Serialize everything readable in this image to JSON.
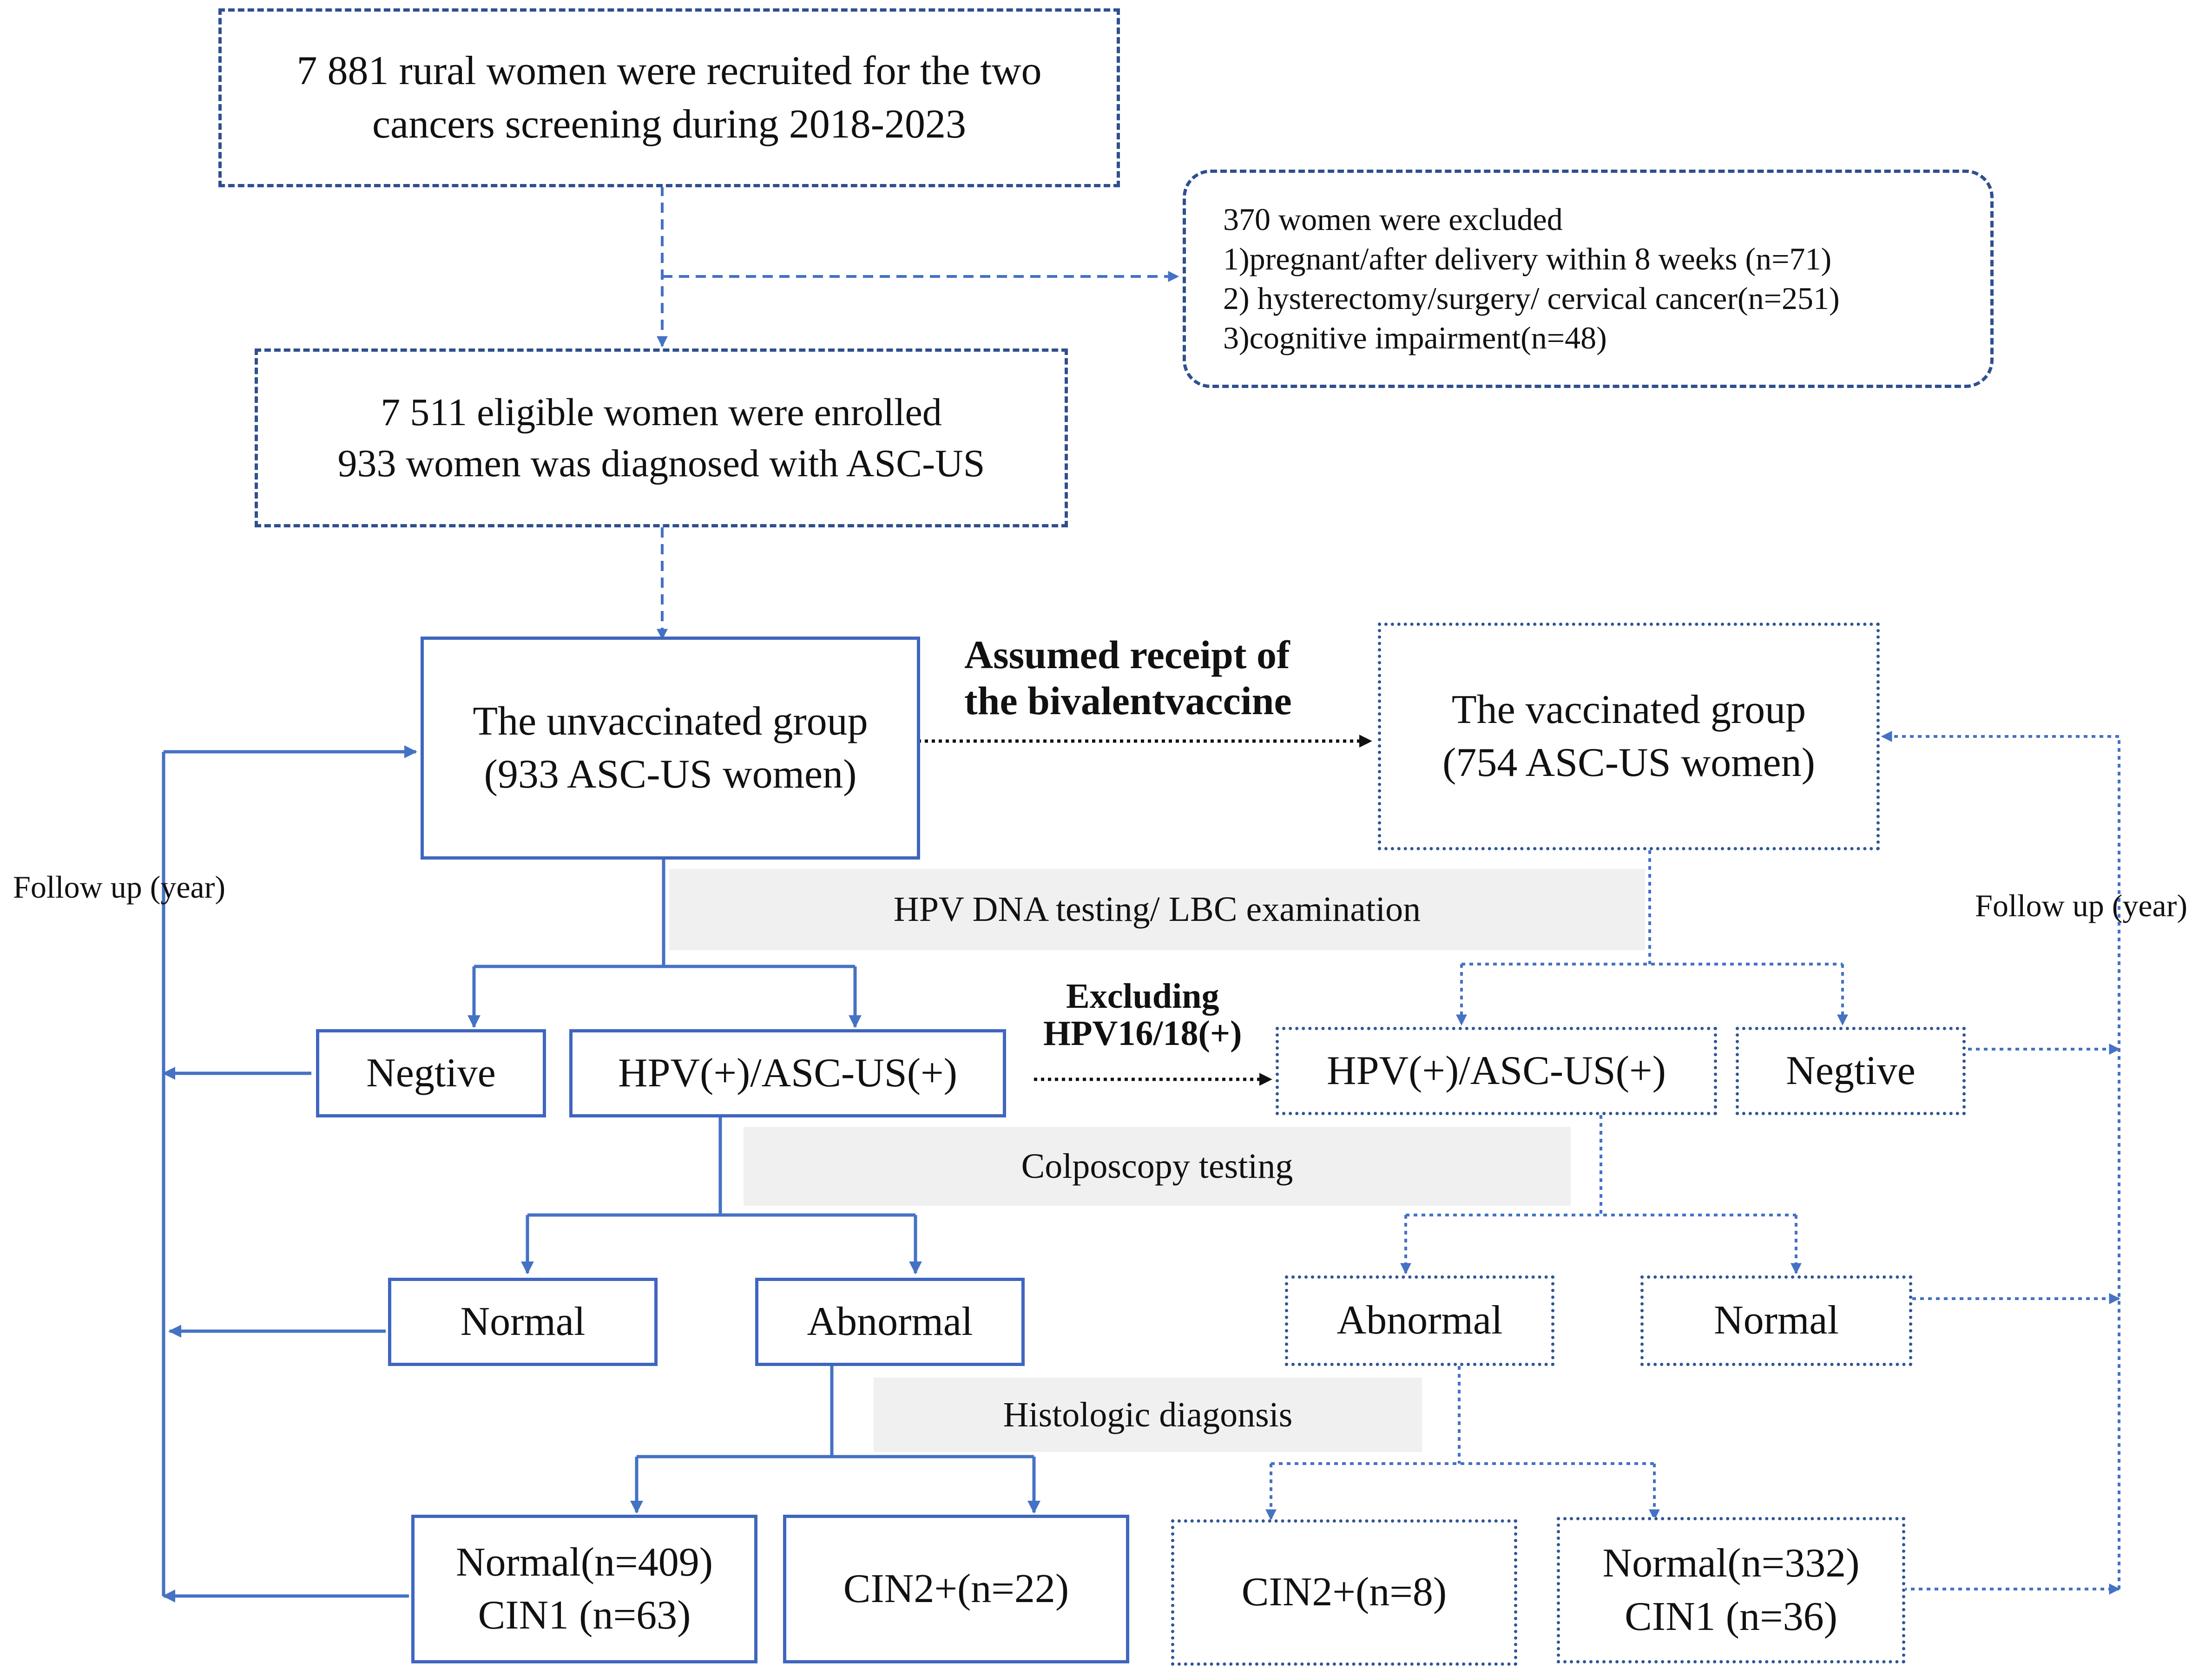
{
  "boxes": {
    "recruited": [
      "7 881 rural women were recruited for the two",
      "cancers screening during 2018-2023"
    ],
    "excluded": [
      "370 women were excluded",
      "1)pregnant/after delivery within 8 weeks (n=71)",
      "2) hysterectomy/surgery/ cervical cancer(n=251)",
      "3)cognitive impairment(n=48)"
    ],
    "enrolled": [
      "7 511 eligible women were enrolled",
      "933 women was diagnosed with ASC-US"
    ],
    "unvaccinated": [
      "The unvaccinated group",
      "(933 ASC-US women)"
    ],
    "vaccinated": [
      "The vaccinated group",
      "(754 ASC-US women)"
    ],
    "negative_left": "Negtive",
    "hpv_left": "HPV(+)/ASC-US(+)",
    "hpv_right": "HPV(+)/ASC-US(+)",
    "negative_right": "Negtive",
    "normal_left": "Normal",
    "abnormal_left": "Abnormal",
    "abnormal_right": "Abnormal",
    "normal_right": "Normal",
    "hist_normal_left": [
      "Normal(n=409)",
      "CIN1 (n=63)"
    ],
    "cin2_left": "CIN2+(n=22)",
    "cin2_right": "CIN2+(n=8)",
    "hist_normal_right": [
      "Normal(n=332)",
      "CIN1 (n=36)"
    ]
  },
  "bands": {
    "hpv_testing": "HPV DNA testing/ LBC examination",
    "colposcopy": "Colposcopy    testing",
    "histologic": "Histologic diagonsis"
  },
  "labels": {
    "assumed": [
      "Assumed receipt of",
      "the bivalentvaccine"
    ],
    "excluding": [
      "Excluding",
      "HPV16/18(+)"
    ],
    "follow_up_left": "Follow up (year)",
    "follow_up_right": "Follow up (year)"
  },
  "colors": {
    "solid_line": "#4472c4",
    "dotted_line": "#2f5597",
    "dashed_box": "#2f4f8f"
  }
}
